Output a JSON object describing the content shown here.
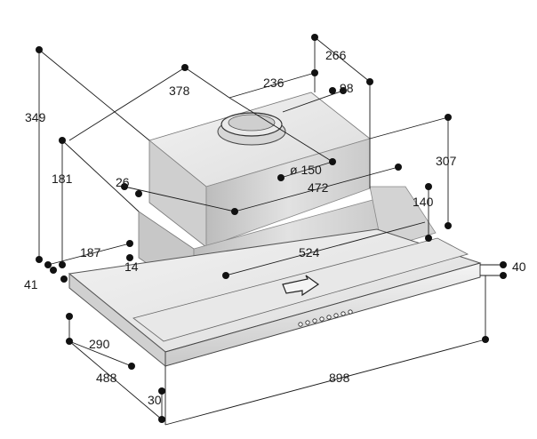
{
  "drawing": {
    "subject": "hood-appliance",
    "dimensions": [
      {
        "key": "d349",
        "text": "349"
      },
      {
        "key": "d181",
        "text": "181"
      },
      {
        "key": "d41",
        "text": "41"
      },
      {
        "key": "d378",
        "text": "378"
      },
      {
        "key": "d236",
        "text": "236"
      },
      {
        "key": "d266",
        "text": "266"
      },
      {
        "key": "d98",
        "text": "98"
      },
      {
        "key": "d150",
        "text": "ø 150"
      },
      {
        "key": "d26",
        "text": "26"
      },
      {
        "key": "d472",
        "text": "472"
      },
      {
        "key": "d307",
        "text": "307"
      },
      {
        "key": "d140",
        "text": "140"
      },
      {
        "key": "d187",
        "text": "187"
      },
      {
        "key": "d14",
        "text": "14"
      },
      {
        "key": "d524",
        "text": "524"
      },
      {
        "key": "d40",
        "text": "40"
      },
      {
        "key": "d290",
        "text": "290"
      },
      {
        "key": "d488",
        "text": "488"
      },
      {
        "key": "d898",
        "text": "898"
      },
      {
        "key": "d30",
        "text": "30"
      }
    ]
  }
}
